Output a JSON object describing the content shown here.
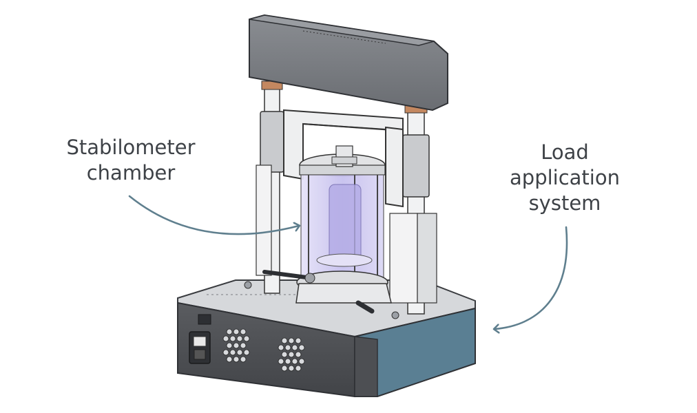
{
  "labels": {
    "stabilometer": {
      "line1": "Stabilometer",
      "line2": "chamber"
    },
    "load": {
      "line1": "Load",
      "line2": "application",
      "line3": "system"
    }
  },
  "colors": {
    "arrow": "#5f7f8e",
    "text": "#3e4247",
    "machine_dark": "#4a4c50",
    "machine_mid": "#6c6f74",
    "panel_blue": "#5a7f93",
    "chamber": "#c9c3ee"
  },
  "icons": {
    "power_inlet": "power-inlet-icon",
    "vent": "vent-grille-icon"
  }
}
